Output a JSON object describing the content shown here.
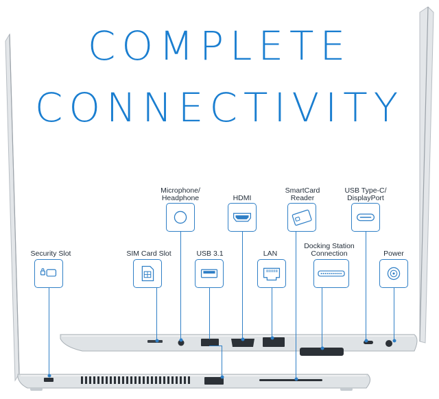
{
  "headline": {
    "line1": "COMPLETE",
    "line2": "CONNECTIVITY"
  },
  "ports": [
    {
      "id": "security-slot",
      "label_lines": [
        "Security Slot"
      ],
      "icon": "lock-slot-icon"
    },
    {
      "id": "microphone-headphone",
      "label_lines": [
        "Microphone/",
        "Headphone"
      ],
      "icon": "audio-jack-icon"
    },
    {
      "id": "sim-card-slot",
      "label_lines": [
        "SIM Card Slot"
      ],
      "icon": "sim-card-icon"
    },
    {
      "id": "usb-3-1",
      "label_lines": [
        "USB 3.1"
      ],
      "icon": "usb-a-icon"
    },
    {
      "id": "hdmi",
      "label_lines": [
        "HDMI"
      ],
      "icon": "hdmi-icon"
    },
    {
      "id": "lan",
      "label_lines": [
        "LAN"
      ],
      "icon": "ethernet-icon"
    },
    {
      "id": "smartcard-reader",
      "label_lines": [
        "SmartCard",
        "Reader"
      ],
      "icon": "smartcard-icon"
    },
    {
      "id": "docking-station",
      "label_lines": [
        "Docking Station",
        "Connection"
      ],
      "icon": "docking-connector-icon"
    },
    {
      "id": "usb-type-c",
      "label_lines": [
        "USB Type-C/",
        "DisplayPort"
      ],
      "icon": "usb-c-icon"
    },
    {
      "id": "power",
      "label_lines": [
        "Power"
      ],
      "icon": "power-jack-icon"
    }
  ],
  "colors": {
    "accent": "#1a7ed0",
    "callout": "#2f7fc6",
    "label_text": "#1f2a36",
    "chassis": "#dfe3e6"
  }
}
